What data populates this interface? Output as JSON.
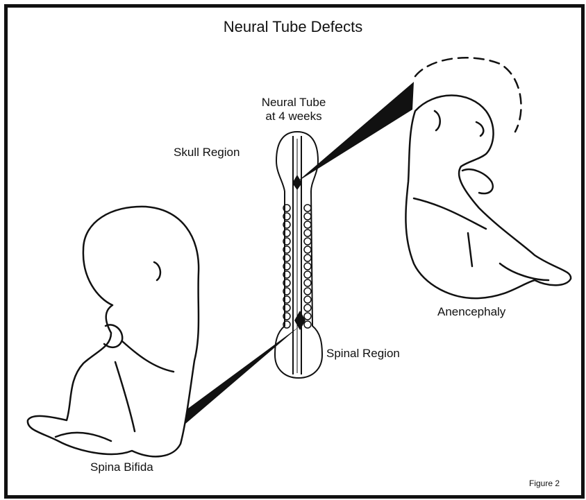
{
  "title": "Neural Tube Defects",
  "labels": {
    "neural_tube_line1": "Neural Tube",
    "neural_tube_line2": "at 4 weeks",
    "skull_region": "Skull Region",
    "spinal_region": "Spinal Region",
    "anencephaly": "Anencephaly",
    "spina_bifida": "Spina Bifida",
    "figure": "Figure 2"
  },
  "colors": {
    "ink": "#111111",
    "background": "#ffffff"
  }
}
